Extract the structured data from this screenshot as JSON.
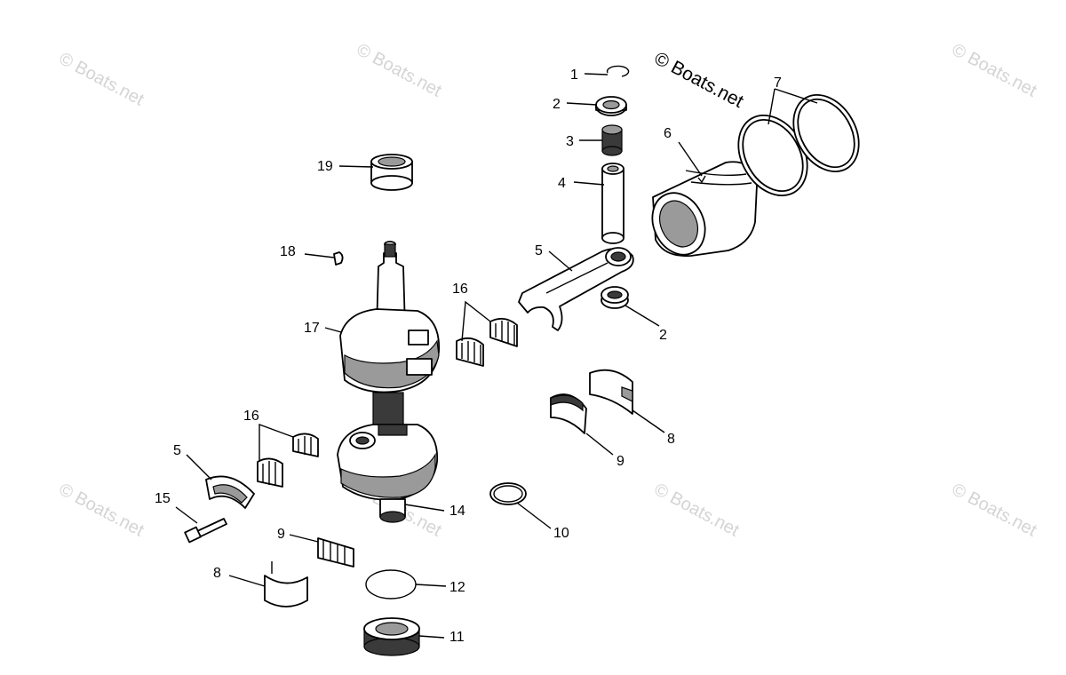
{
  "watermark": {
    "main": "© Boats.net",
    "faint": "© Boats.net"
  },
  "callouts": [
    {
      "id": "c1",
      "text": "1"
    },
    {
      "id": "c2a",
      "text": "2"
    },
    {
      "id": "c3",
      "text": "3"
    },
    {
      "id": "c4",
      "text": "4"
    },
    {
      "id": "c5a",
      "text": "5"
    },
    {
      "id": "c6",
      "text": "6"
    },
    {
      "id": "c7",
      "text": "7"
    },
    {
      "id": "c2b",
      "text": "2"
    },
    {
      "id": "c19",
      "text": "19"
    },
    {
      "id": "c18",
      "text": "18"
    },
    {
      "id": "c17",
      "text": "17"
    },
    {
      "id": "c16a",
      "text": "16"
    },
    {
      "id": "c16b",
      "text": "16"
    },
    {
      "id": "c5b",
      "text": "5"
    },
    {
      "id": "c15",
      "text": "15"
    },
    {
      "id": "c14",
      "text": "14"
    },
    {
      "id": "c9a",
      "text": "9"
    },
    {
      "id": "c8a",
      "text": "8"
    },
    {
      "id": "c9b",
      "text": "9"
    },
    {
      "id": "c8b",
      "text": "8"
    },
    {
      "id": "c10",
      "text": "10"
    },
    {
      "id": "c12",
      "text": "12"
    },
    {
      "id": "c11",
      "text": "11"
    }
  ]
}
